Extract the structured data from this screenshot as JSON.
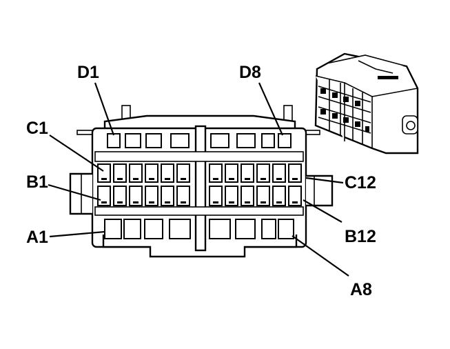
{
  "labels": {
    "d1": "D1",
    "d8": "D8",
    "c1": "C1",
    "b1": "B1",
    "a1": "A1",
    "c12": "C12",
    "b12": "B12",
    "a8": "A8"
  },
  "colors": {
    "ink": "#000000",
    "paper": "#ffffff"
  }
}
